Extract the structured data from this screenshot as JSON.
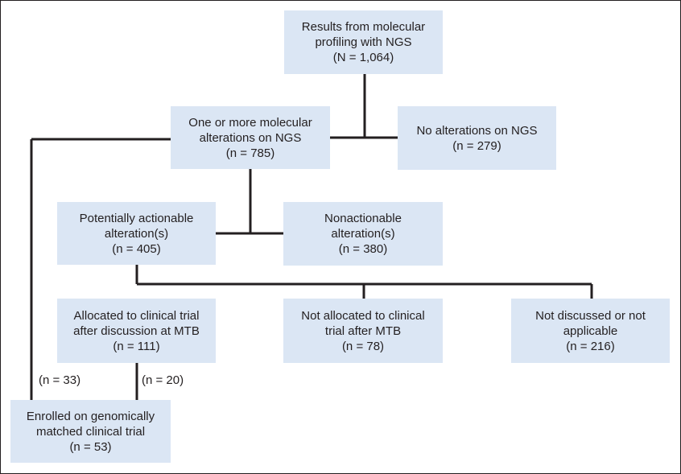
{
  "nodes": {
    "results": {
      "lines": [
        "Results from molecular",
        "profiling with NGS",
        "(N = 1,064)"
      ]
    },
    "one_or_more": {
      "lines": [
        "One or more molecular",
        "alterations on NGS",
        "(n = 785)"
      ]
    },
    "no_alterations": {
      "lines": [
        "No alterations on NGS",
        "(n = 279)"
      ]
    },
    "actionable": {
      "lines": [
        "Potentially actionable",
        "alteration(s)",
        "(n = 405)"
      ]
    },
    "nonactionable": {
      "lines": [
        "Nonactionable",
        "alteration(s)",
        "(n = 380)"
      ]
    },
    "allocated": {
      "lines": [
        "Allocated to clinical trial",
        "after discussion at MTB",
        "(n = 111)"
      ]
    },
    "not_allocated": {
      "lines": [
        "Not allocated to clinical",
        "trial after MTB",
        "(n = 78)"
      ]
    },
    "not_discussed": {
      "lines": [
        "Not discussed or not",
        "applicable",
        "(n = 216)"
      ]
    },
    "enrolled": {
      "lines": [
        "Enrolled on genomically",
        "matched clinical trial",
        "(n = 53)"
      ]
    }
  },
  "edge_labels": {
    "direct_to_enrolled": "(n = 33)",
    "allocated_to_enrolled": "(n = 20)"
  },
  "colors": {
    "box_fill": "#dbe6f4",
    "line": "#231f20"
  }
}
